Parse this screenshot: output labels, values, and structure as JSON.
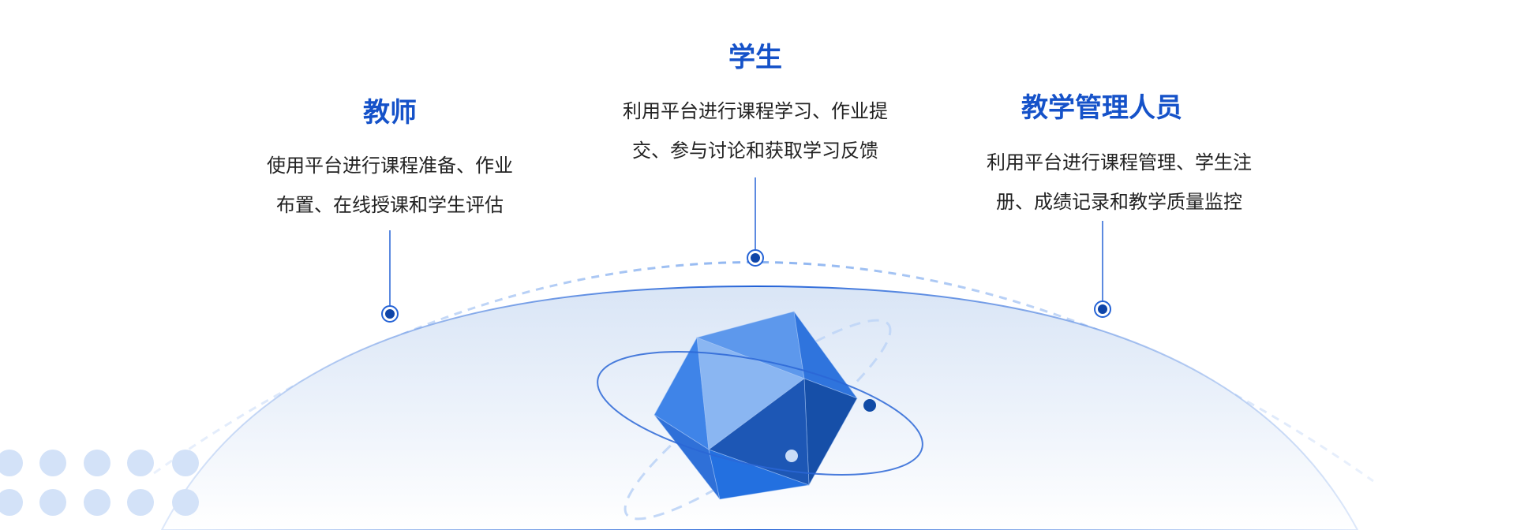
{
  "roles": [
    {
      "title": "教师",
      "lines": [
        "使用平台进行课程准备、作业",
        "布置、在线授课和学生评估"
      ]
    },
    {
      "title": "学生",
      "lines": [
        "利用平台进行课程学习、作业提",
        "交、参与讨论和获取学习反馈"
      ]
    },
    {
      "title": "教学管理人员",
      "lines": [
        "利用平台进行课程管理、学生注",
        "册、成绩记录和教学质量监控"
      ]
    }
  ],
  "colors": {
    "accent": "#1552c9",
    "text": "#222222",
    "arc": "#2a6be0",
    "dashed": "#9dbff2"
  }
}
